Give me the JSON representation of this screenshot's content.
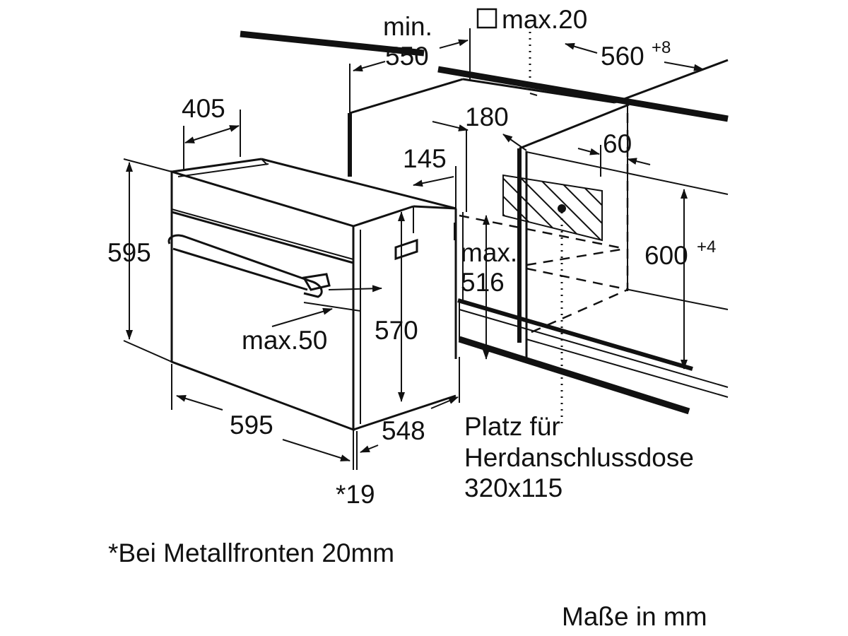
{
  "dimensions": {
    "min_label": "min.",
    "d550": "550",
    "max20": "max.20",
    "d560": "560",
    "d560_tol": "+8",
    "d405": "405",
    "d180": "180",
    "d145": "145",
    "d60": "60",
    "d595_height": "595",
    "d600": "600",
    "d600_tol": "+4",
    "max516_a": "max.",
    "max516_b": "516",
    "max50": "max.50",
    "d570": "570",
    "d595_width": "595",
    "d548": "548",
    "d19": "*19"
  },
  "socket_note": {
    "line1": "Platz für",
    "line2": "Herdanschlussdose",
    "line3": "320x115"
  },
  "footnote": "*Bei Metallfronten 20mm",
  "units": "Maße in mm"
}
